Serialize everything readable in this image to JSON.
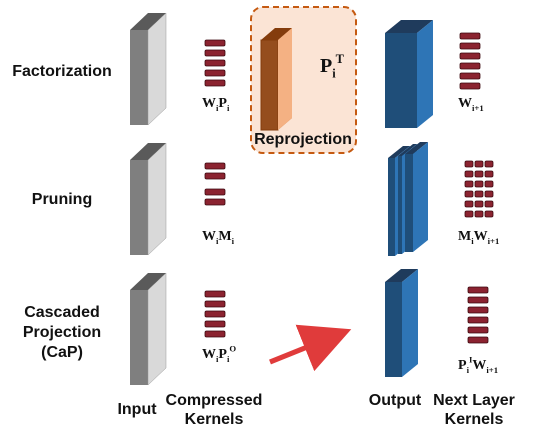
{
  "rows": [
    {
      "label_lines": [
        "Factorization"
      ],
      "kernel_math": {
        "base": "W",
        "parts": [
          {
            "t": "i",
            "sub": true
          },
          {
            "t": "P"
          },
          {
            "t": "i",
            "sub": true
          }
        ]
      }
    },
    {
      "label_lines": [
        "Pruning"
      ],
      "kernel_math": {
        "base": "W",
        "parts": [
          {
            "t": "i",
            "sub": true
          },
          {
            "t": "M"
          },
          {
            "t": "i",
            "sub": true
          }
        ]
      }
    },
    {
      "label_lines": [
        "Cascaded",
        "Projection",
        "(CaP)"
      ],
      "kernel_math": {
        "base": "W",
        "parts": [
          {
            "t": "i",
            "sub": true
          },
          {
            "t": "P"
          },
          {
            "t": "i",
            "sub": true
          },
          {
            "t": "O",
            "sup": true
          }
        ]
      }
    }
  ],
  "reprojection": {
    "label": "Reprojection",
    "math": {
      "base": "P",
      "parts": [
        {
          "t": "i",
          "sub": true
        },
        {
          "t": "T",
          "sup": true
        }
      ]
    }
  },
  "next_layer_math": [
    {
      "base": "W",
      "parts": [
        {
          "t": "i+1",
          "sub": true
        }
      ]
    },
    {
      "base": "M",
      "parts": [
        {
          "t": "i",
          "sub": true
        },
        {
          "t": "W"
        },
        {
          "t": "i+1",
          "sub": true
        }
      ]
    },
    {
      "base": "P",
      "parts": [
        {
          "t": "i",
          "sub": true
        },
        {
          "t": "I",
          "sup": true
        },
        {
          "t": "W"
        },
        {
          "t": "i+1",
          "sub": true
        }
      ]
    }
  ],
  "bottom_labels": {
    "input": "Input",
    "compressed": [
      "Compressed",
      "Kernels"
    ],
    "output": "Output",
    "next": [
      "Next Layer",
      "Kernels"
    ]
  },
  "colors": {
    "input_block": "#7f7f7f",
    "output_block": "#1f4e79",
    "output_face": "#2e75b6",
    "kernel": "#8b2330",
    "reprojection_bg": "#fbe4d5",
    "reprojection_border": "#c55a11",
    "arrow": "#e03b3b"
  }
}
